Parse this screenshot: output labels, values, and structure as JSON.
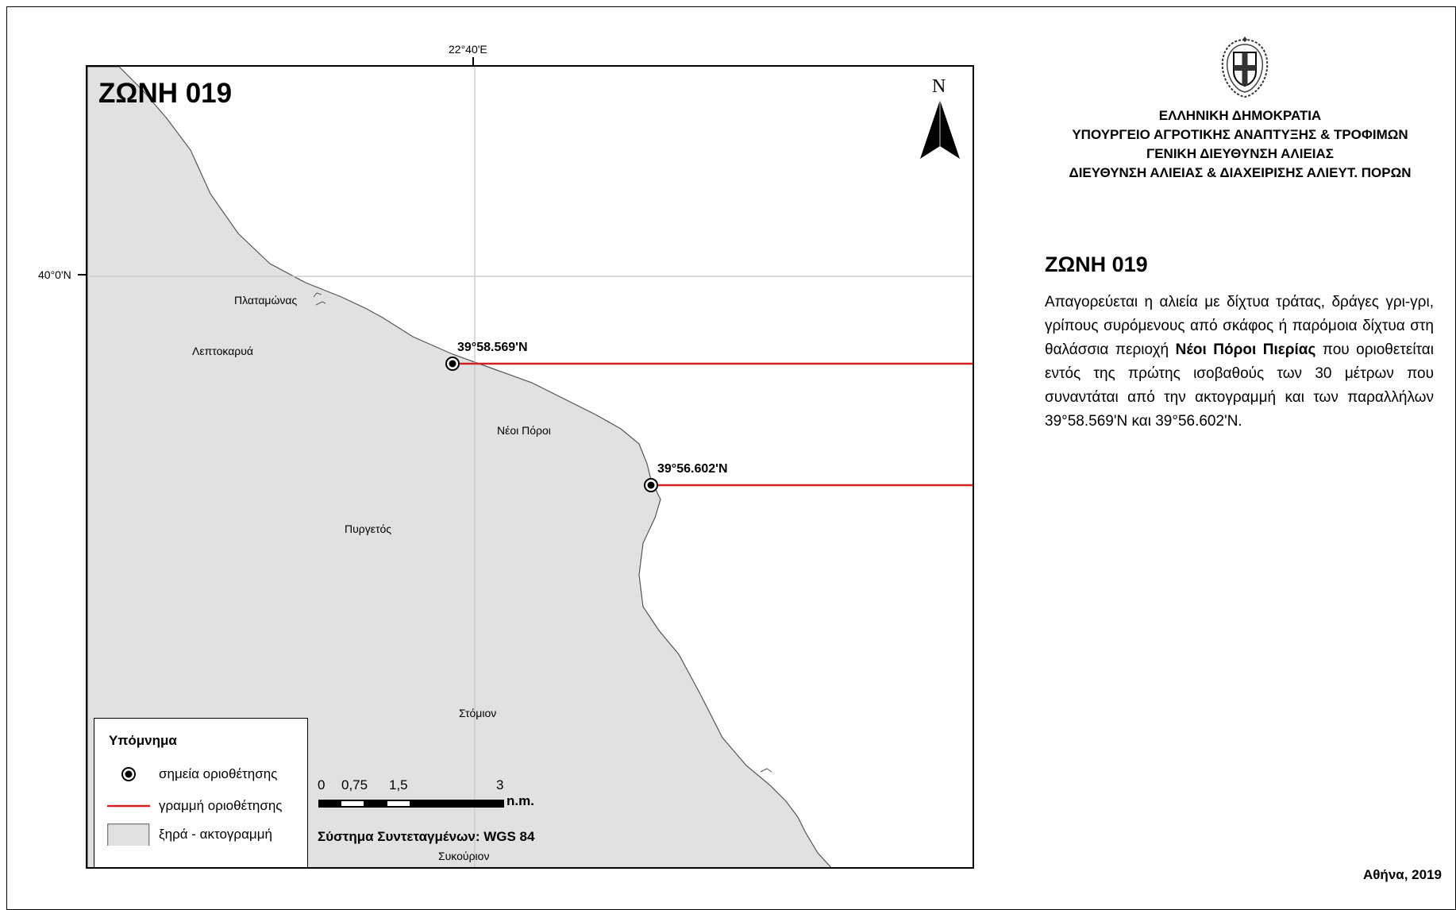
{
  "map": {
    "zone_title": "ΖΩΝΗ 019",
    "north_label": "N",
    "coord_top": "22°40'E",
    "coord_left": "40°0'N",
    "places": {
      "platamonas": "Πλαταμώνας",
      "leptokarya": "Λεπτοκαρυά",
      "neoi_poroi": "Νέοι Πόροι",
      "pyrgetos": "Πυργετός",
      "stomion": "Στόμιον",
      "sykourion": "Συκούριον"
    },
    "boundary_points": [
      {
        "label": "39°58.569'N"
      },
      {
        "label": "39°56.602'N"
      }
    ],
    "colors": {
      "land": "#e1e1e1",
      "boundary_line": "#d32020",
      "grid": "#c8c8c8"
    }
  },
  "legend": {
    "title": "Υπόμνημα",
    "items": [
      {
        "label": "σημεία οριοθέτησης",
        "icon": "boundary-point-icon"
      },
      {
        "label": "γραμμή οριοθέτησης",
        "icon": "boundary-line-icon"
      },
      {
        "label": "ξηρά - ακτογραμμή",
        "icon": "land-swatch-icon"
      }
    ]
  },
  "scale": {
    "labels": [
      "0",
      "0,75",
      "1,5",
      "3"
    ],
    "unit": "n.m."
  },
  "crs": "Σύστημα Συντεταγμένων: WGS 84",
  "header": {
    "lines": [
      "ΕΛΛΗΝΙΚΗ ΔΗΜΟΚΡΑΤΙΑ",
      "ΥΠΟΥΡΓΕΙΟ ΑΓΡΟΤΙΚΗΣ ΑΝΑΠΤΥΞΗΣ & ΤΡΟΦΙΜΩΝ",
      "ΓΕΝΙΚΗ ΔΙΕΥΘΥΝΣΗ ΑΛΙΕΙΑΣ",
      "ΔΙΕΥΘΥΝΣΗ ΑΛΙΕΙΑΣ & ΔΙΑΧΕΙΡΙΣΗΣ ΑΛΙΕΥΤ. ΠΟΡΩΝ"
    ]
  },
  "panel": {
    "title": "ΖΩΝΗ 019",
    "desc_before": "Απαγορεύεται η αλιεία με δίχτυα τράτας, δράγες γρι-γρι, γρίπους συρόμενους από σκάφος ή παρόμοια δίχτυα στη θαλάσσια περιοχή ",
    "desc_bold": "Νέοι Πόροι Πιερίας",
    "desc_after": " που οριοθετείται εντός της πρώτης ισοβαθούς των 30 μέτρων που συναντάται από την ακτογραμμή και των παραλλήλων 39°58.569'N και 39°56.602'N."
  },
  "footer": "Αθήνα, 2019"
}
